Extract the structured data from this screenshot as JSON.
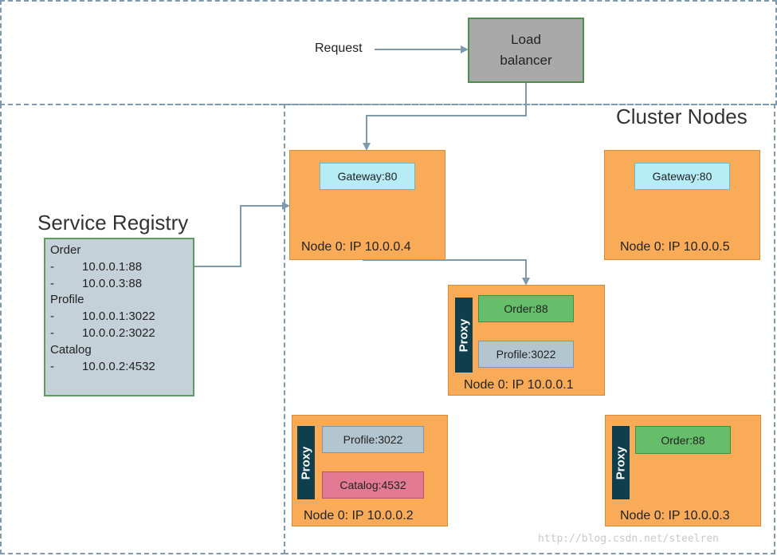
{
  "request_label": "Request",
  "load_balancer": {
    "line1": "Load",
    "line2": "balancer"
  },
  "cluster_title": "Cluster Nodes",
  "registry": {
    "title": "Service Registry",
    "services": [
      {
        "name": "Order",
        "addresses": [
          "10.0.0.1:88",
          "10.0.0.3:88"
        ]
      },
      {
        "name": "Profile",
        "addresses": [
          "10.0.0.1:3022",
          "10.0.0.2:3022"
        ]
      },
      {
        "name": "Catalog",
        "addresses": [
          "10.0.0.2:4532"
        ]
      }
    ],
    "bullet": "-"
  },
  "nodes": {
    "n4": {
      "label": "Node 0: IP 10.0.0.4",
      "gateway": "Gateway:80"
    },
    "n5": {
      "label": "Node 0: IP 10.0.0.5",
      "gateway": "Gateway:80"
    },
    "n1": {
      "label": "Node 0: IP 10.0.0.1",
      "proxy": "Proxy",
      "order": "Order:88",
      "profile": "Profile:3022"
    },
    "n2": {
      "label": "Node 0: IP 10.0.0.2",
      "proxy": "Proxy",
      "profile": "Profile:3022",
      "catalog": "Catalog:4532"
    },
    "n3": {
      "label": "Node 0: IP 10.0.0.3",
      "proxy": "Proxy",
      "order": "Order:88"
    }
  },
  "watermark": "http://blog.csdn.net/steelren",
  "colors": {
    "node": "#f9ab58",
    "gateway": "#b5ecf6",
    "order": "#66bd6a",
    "profile": "#b3c6d0",
    "catalog": "#e17a92",
    "proxy": "#0f3f4d",
    "registry": "#c5d1d8",
    "load_balancer": "#a9a9a9",
    "arrow": "#7f9aac"
  }
}
